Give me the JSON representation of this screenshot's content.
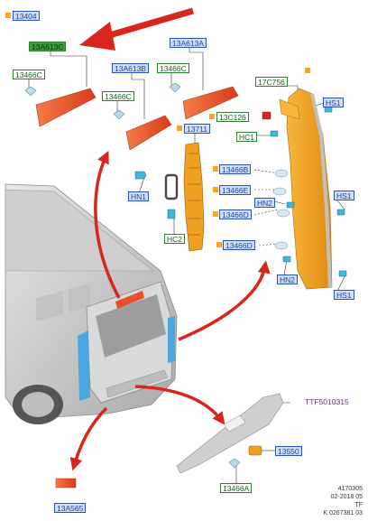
{
  "labels": {
    "ref_13404": "13404",
    "p_13A613C": "13A613C",
    "p_13466C_a": "13466C",
    "p_13A613A": "13A613A",
    "p_13A613B": "13A613B",
    "p_13466C_b": "13466C",
    "p_13466C_c": "13466C",
    "p_17C756": "17C756",
    "p_HS1_a": "HS1",
    "p_13C126": "13C126",
    "p_HC1": "HC1",
    "p_13711": "13711",
    "p_13466B": "13466B",
    "p_HS1_b": "HS1",
    "p_13466E": "13466E",
    "p_HN1": "HN1",
    "p_HN2_a": "HN2",
    "p_13466D_a": "13466D",
    "p_HC2": "HC2",
    "p_13466D_b": "13466D",
    "p_HN2_b": "HN2",
    "p_HS1_c": "HS1",
    "p_TTF5010315": "TTF5010315",
    "p_13550": "13550",
    "p_13466A": "13466A",
    "p_13A565": "13A565"
  },
  "footer": {
    "line1": "4170305",
    "line2": "02-2018 05",
    "line3": "TF",
    "line4": "K 0267381 03"
  },
  "colors": {
    "lamp_red": "#e8502a",
    "bracket_orange": "#f0a020",
    "arrow_red": "#d9261c",
    "label_blue": "#2b4fbf",
    "label_green": "#2e7d32",
    "clip_cyan": "#3fb7d6"
  }
}
